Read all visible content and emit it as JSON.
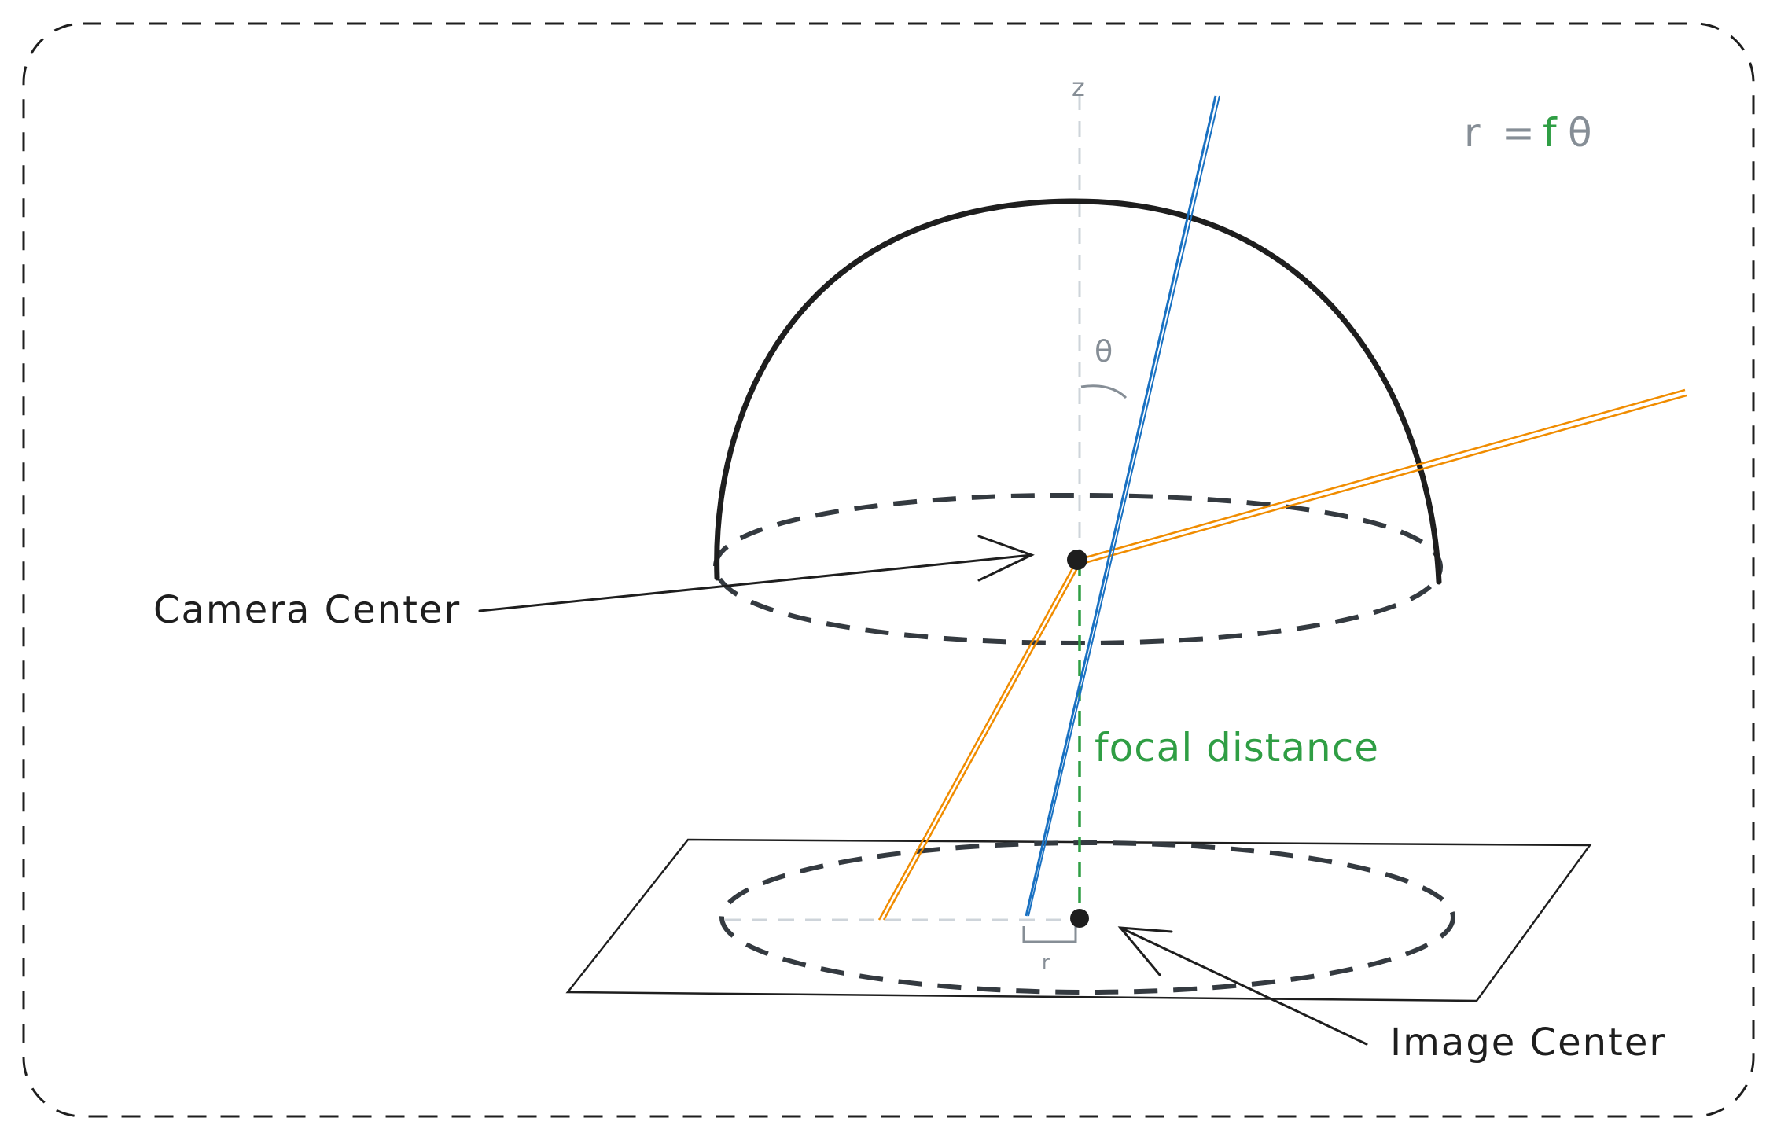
{
  "labels": {
    "z_axis": "z",
    "theta": "θ",
    "formula_r": "r",
    "formula_eq": "=",
    "formula_f": "f",
    "formula_theta": "θ",
    "camera_center": "Camera Center",
    "image_center": "Image Center",
    "focal_distance": "focal distance",
    "r_small": "r"
  },
  "colors": {
    "ink": "#1e1e1e",
    "dashed_ink": "#343a40",
    "gray": "#868e96",
    "light_gray": "#ced4da",
    "blue": "#1971c2",
    "orange": "#f08c00",
    "green": "#2f9e44"
  }
}
